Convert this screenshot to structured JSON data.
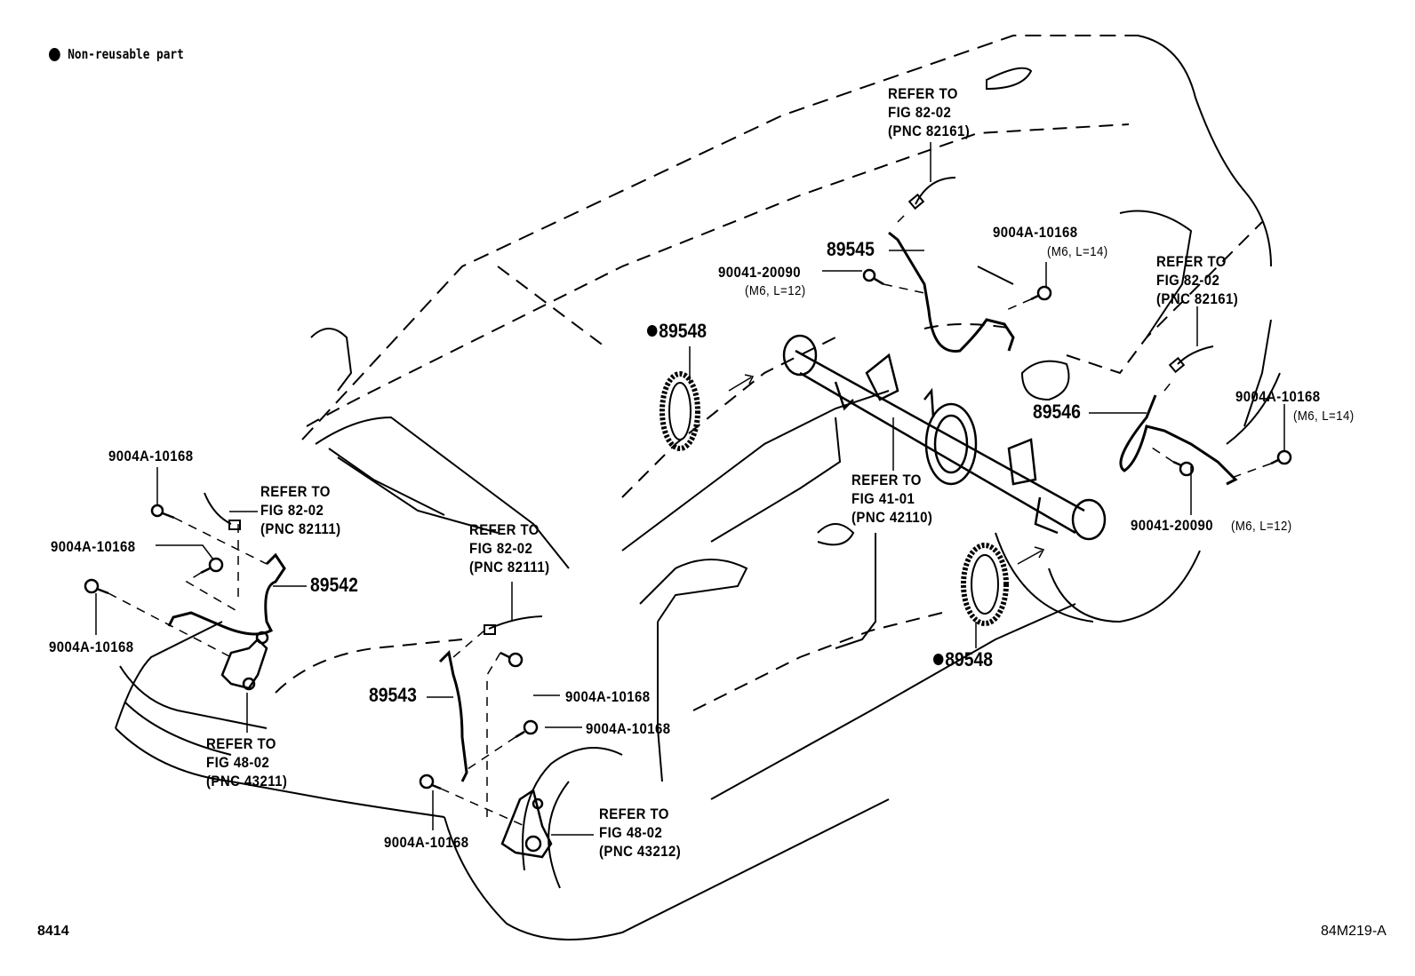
{
  "legend": {
    "symbol": "filled-circle",
    "text": "Non-reusable part"
  },
  "footer": {
    "page_code": "8414",
    "figure_code": "84M219-A"
  },
  "labels": {
    "rear_left_refer": "REFER TO\nFIG 82-02\n(PNC 82161)",
    "part_89545": "89545",
    "bolt_90041_top_left": "90041-20090",
    "bolt_90041_top_left_spec": "(M6, L=12)",
    "bolt_9004a_top_mid": "9004A-10168",
    "bolt_9004a_top_mid_spec": "(M6, L=14)",
    "rear_right_refer": "REFER TO\nFIG 82-02\n(PNC 82161)",
    "part_89548_upper": "89548",
    "part_89546": "89546",
    "bolt_9004a_right": "9004A-10168",
    "bolt_9004a_right_spec": "(M6, L=14)",
    "axle_refer": "REFER TO\nFIG 41-01\n(PNC 42110)",
    "bolt_90041_right": "90041-20090",
    "bolt_90041_right_spec": "(M6, L=12)",
    "part_89548_lower": "89548",
    "front_left_bolt_top": "9004A-10168",
    "front_left_refer_harness": "REFER TO\nFIG 82-02\n(PNC 82111)",
    "front_left_bolt_mid": "9004A-10168",
    "part_89542": "89542",
    "front_left_bolt_low": "9004A-10168",
    "front_left_knuckle_refer": "REFER TO\nFIG 48-02\n(PNC 43211)",
    "front_right_refer_harness": "REFER TO\nFIG 82-02\n(PNC 82111)",
    "part_89543": "89543",
    "front_right_bolt_a": "9004A-10168",
    "front_right_bolt_b": "9004A-10168",
    "front_right_bolt_c": "9004A-10168",
    "front_right_knuckle_refer": "REFER TO\nFIG 48-02\n(PNC 43212)"
  },
  "parts": [
    {
      "number": "89542",
      "non_reusable": false
    },
    {
      "number": "89543",
      "non_reusable": false
    },
    {
      "number": "89545",
      "non_reusable": false
    },
    {
      "number": "89546",
      "non_reusable": false
    },
    {
      "number": "89548",
      "non_reusable": true
    },
    {
      "number": "9004A-10168",
      "non_reusable": false
    },
    {
      "number": "90041-20090",
      "non_reusable": false
    }
  ]
}
